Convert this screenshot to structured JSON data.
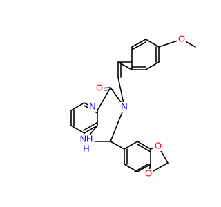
{
  "colors": {
    "background": "#ffffff",
    "bond": "#000000",
    "oxygen": "#ff0000",
    "nitrogen": "#0000ff",
    "carbon_text": "#000000"
  },
  "labels": {
    "o_methoxy": "O",
    "o_carbonyl": "O",
    "n_imine": "N",
    "n_ring": "N",
    "nh_ring": "NH",
    "h_ring": "H",
    "o_dioxole_top": "O",
    "o_dioxole_bottom": "O"
  }
}
